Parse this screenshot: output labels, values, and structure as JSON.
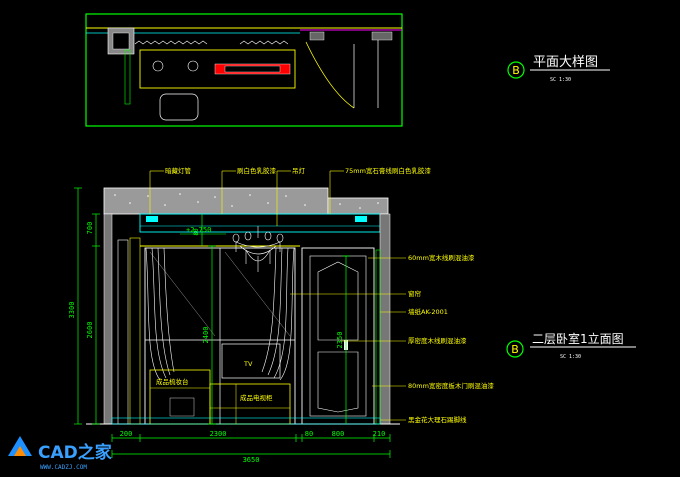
{
  "titles": {
    "plan": {
      "badge": "B",
      "title": "平面大样图",
      "scale": "SC  1:30"
    },
    "elevation": {
      "badge": "B",
      "title": "二层卧室1立面图",
      "scale": "SC  1:30"
    }
  },
  "callouts_top": [
    "暗藏灯管",
    "刷白色乳胶漆",
    "吊灯",
    "75mm宽石膏线刷白色乳胶漆"
  ],
  "callouts_right": [
    "60mm宽木线刷混油漆",
    "窗帘",
    "墙纸AK-2001",
    "厚密度木线刷混油漆",
    "80mm宽密度板木门刷混油漆",
    "黑金花大理石踢脚线"
  ],
  "inner_labels": {
    "cabinet": "成品梳妆台",
    "tv": "TV",
    "tv_cabinet": "成品电视柜"
  },
  "level_mark": "+2.750",
  "dims": {
    "left_outer": "3300",
    "left_top": "700",
    "left_inner": "2600",
    "window_height": "2400",
    "door_height": "2350",
    "bottom_segments": [
      "200",
      "2300",
      "80",
      "800",
      "210"
    ],
    "bottom_total": "3650",
    "ceiling_gap": "80"
  },
  "logo": {
    "text": "CAD之家",
    "url": "WWW.CADZJ.COM"
  },
  "colors": {
    "green": "#00ff00",
    "yellow": "#ffff00",
    "cyan": "#00ffff",
    "white": "#ffffff",
    "magenta": "#ff00ff",
    "red": "#ff0000"
  }
}
